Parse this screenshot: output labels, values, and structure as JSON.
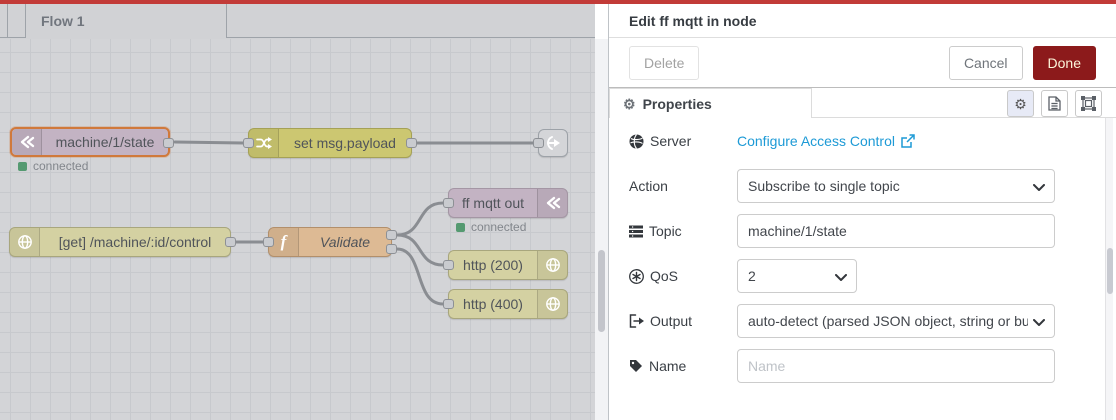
{
  "canvas": {
    "tab_label": "Flow 1",
    "nodes": {
      "mqtt_in": {
        "label": "machine/1/state",
        "status": "connected"
      },
      "change": {
        "label": "set msg.payload"
      },
      "http_in": {
        "label": "[get] /machine/:id/control"
      },
      "function": {
        "label": "Validate"
      },
      "mqtt_out": {
        "label": "ff mqtt out",
        "status": "connected"
      },
      "http_response_200": {
        "label": "http (200)"
      },
      "http_response_400": {
        "label": "http (400)"
      }
    }
  },
  "tray": {
    "title": "Edit ff mqtt in node",
    "delete_label": "Delete",
    "cancel_label": "Cancel",
    "done_label": "Done",
    "properties_tab_label": "Properties",
    "fields": {
      "server": {
        "label": "Server",
        "link_text": "Configure Access Control"
      },
      "action": {
        "label": "Action",
        "value": "Subscribe to single topic"
      },
      "topic": {
        "label": "Topic",
        "value": "machine/1/state"
      },
      "qos": {
        "label": "QoS",
        "value": "2"
      },
      "output": {
        "label": "Output",
        "value": "auto-detect (parsed JSON object, string or buffer)"
      },
      "name": {
        "label": "Name",
        "placeholder": "Name"
      }
    }
  },
  "colors": {
    "top_bar_red": "#c23b38",
    "done_button": "#8c1a1b",
    "link_blue": "#1d9ad6",
    "status_green": "#559a71",
    "node_mqtt": "#c3b3c3",
    "node_change": "#ccc771",
    "node_function": "#ddba94",
    "node_http": "#d4d1a2",
    "node_link_out": "#d4d5d8",
    "selected_border": "#d0793b",
    "canvas_bg": "#d3d4d7"
  }
}
